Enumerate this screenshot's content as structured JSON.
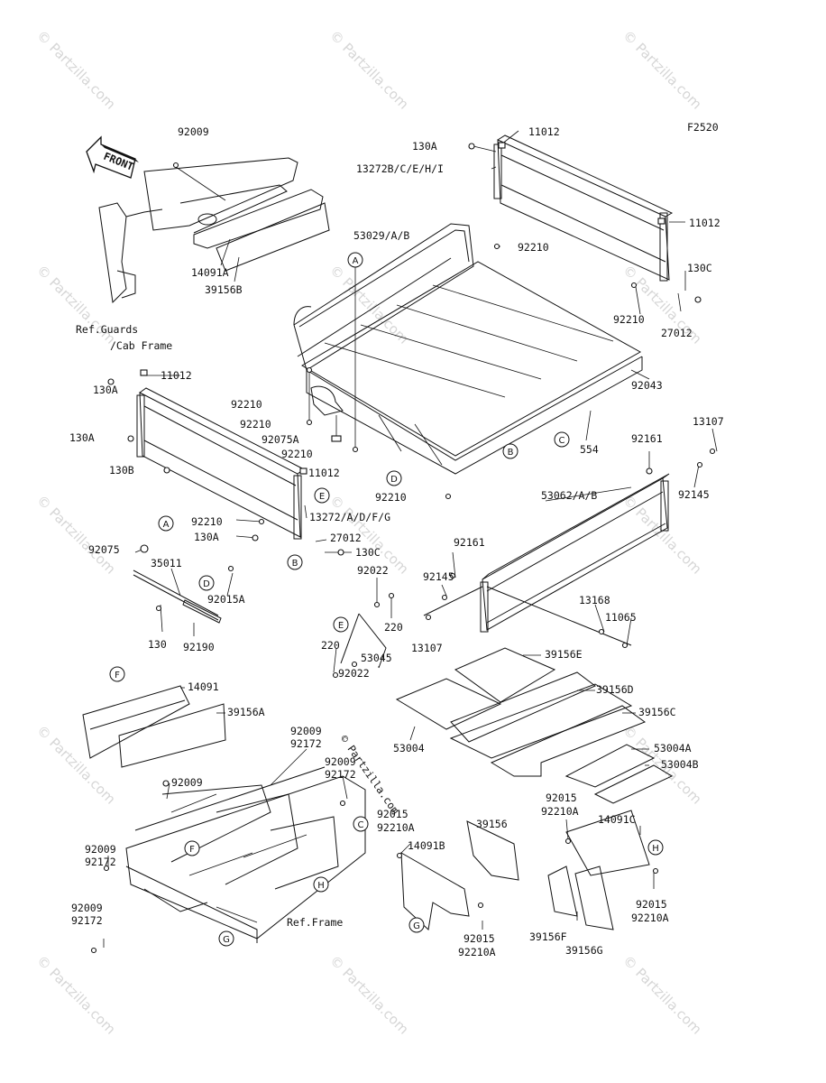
{
  "figure_code": "F2520",
  "front_label": "FRONT",
  "watermark": "© Partzilla.com",
  "center_watermark": "© Partzilla.com",
  "part_labels": [
    "92009",
    "14091A",
    "39156B",
    "Ref.Guards",
    "/Cab Frame",
    "11012",
    "130A",
    "13272B/C/E/H/I",
    "11012",
    "53029/A/B",
    "92210",
    "130C",
    "92210",
    "27012",
    "11012",
    "130A",
    "92210",
    "92210",
    "92075A",
    "92210",
    "130A",
    "130B",
    "11012",
    "92043",
    "13107",
    "554",
    "92161",
    "92145",
    "92210",
    "53062/A/B",
    "13272/A/D/F/G",
    "92210",
    "130A",
    "27012",
    "130C",
    "92075",
    "35011",
    "92015A",
    "130",
    "92190",
    "92022",
    "92161",
    "92145",
    "220",
    "13107",
    "13168",
    "11065",
    "220",
    "53045",
    "92022",
    "39156E",
    "39156D",
    "39156C",
    "53004",
    "53004A",
    "53004B",
    "14091",
    "39156A",
    "92009",
    "92172",
    "92009",
    "92172",
    "92009",
    "92009",
    "92172",
    "92009",
    "92172",
    "Ref.Frame",
    "92015",
    "92210A",
    "14091B",
    "39156",
    "92015",
    "92210A",
    "92015",
    "92210A",
    "14091C",
    "92015",
    "92210A",
    "39156F",
    "39156G"
  ],
  "callouts": [
    "A",
    "A",
    "B",
    "B",
    "C",
    "C",
    "D",
    "D",
    "E",
    "E",
    "F",
    "F",
    "G",
    "G",
    "H",
    "H"
  ]
}
